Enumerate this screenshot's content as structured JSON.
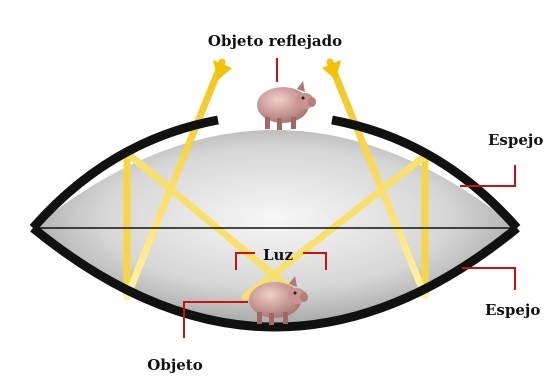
{
  "labels": {
    "top": "Objeto reflejado",
    "mirror_top": "Espejo",
    "mirror_bottom": "Espejo",
    "light": "Luz",
    "object": "Objeto"
  },
  "colors": {
    "mirror": "#111111",
    "ray": "#f2c81a",
    "ray_light": "#fbe98a",
    "pointer": "#cc1111",
    "pig": "#d9a6a2"
  },
  "icons": [
    "pig-object",
    "pig-reflected-image",
    "arrow-icon"
  ]
}
